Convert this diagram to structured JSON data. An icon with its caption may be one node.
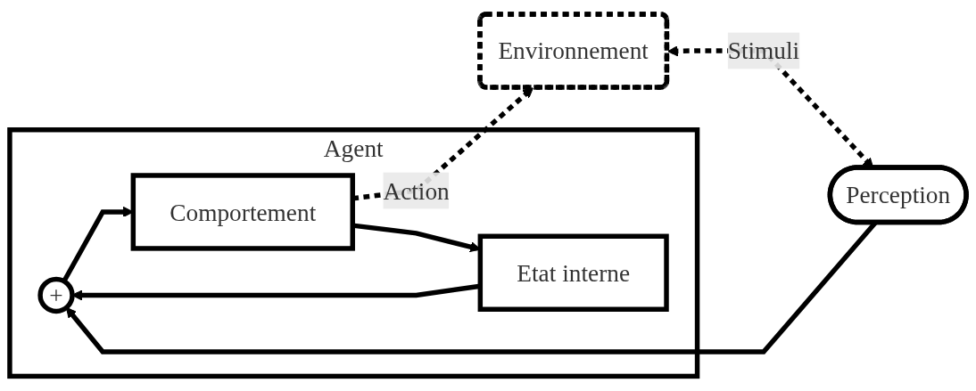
{
  "diagram": {
    "nodes": [
      {
        "text": [
          "Agent"
        ]
      },
      {
        "text": [
          "Perception"
        ]
      },
      {
        "text": [
          "+"
        ],
        "in": 0
      },
      {
        "text": [
          "Etat interne"
        ],
        "in": 0
      },
      {
        "text": [
          "Comportement"
        ],
        "in": 0
      },
      {
        "text": [
          "Environnement"
        ]
      }
    ],
    "edges": [
      {
        "from": 5,
        "to": 1,
        "arrow": "both",
        "label": "Stimuli",
        "style": "dashed"
      },
      {
        "from": 1,
        "to": 2,
        "arrow": "to"
      },
      {
        "from": 3,
        "to": 2,
        "arrow": "to"
      },
      {
        "from": 2,
        "to": 4,
        "arrow": "to"
      },
      {
        "from": 4,
        "to": 3,
        "arrow": "to"
      },
      {
        "from": 4,
        "to": 5,
        "arrow": "to",
        "label": "Action",
        "style": "dashed"
      }
    ]
  }
}
